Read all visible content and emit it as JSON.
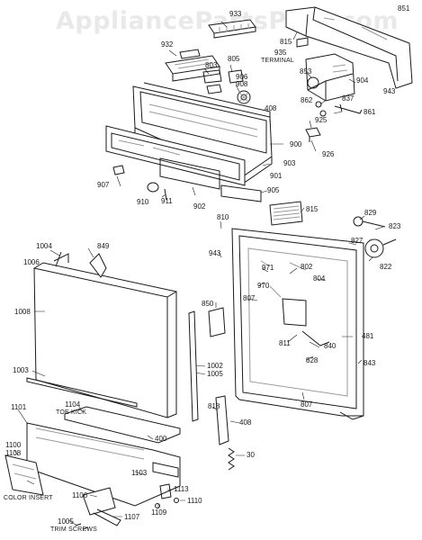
{
  "watermark": "AppliancePartsPros.com",
  "colors": {
    "line": "#1a1a1a",
    "shade": "#9a9a9a",
    "watermark": "#e9e9e9",
    "background": "#ffffff"
  },
  "labels": {
    "p933": "933",
    "p851": "851",
    "p815a": "815",
    "p935": "935",
    "terminal": "TERMINAL",
    "p932": "932",
    "p803": "803",
    "p805": "805",
    "p906": "906",
    "p908": "908",
    "p853": "853",
    "p904": "904",
    "p943a": "943",
    "p837": "837",
    "p862": "862",
    "p861": "861",
    "p408a": "408",
    "p925": "925",
    "p900": "900",
    "p926": "926",
    "p903": "903",
    "p907": "907",
    "p901": "901",
    "p905": "905",
    "p910": "910",
    "p911": "911",
    "p902": "902",
    "p815b": "815",
    "p810": "810",
    "p829": "829",
    "p823": "823",
    "p1004": "1004",
    "p849": "849",
    "p827": "827",
    "p943b": "943",
    "p822": "822",
    "p1006": "1006",
    "p802": "802",
    "p971": "971",
    "p804": "804",
    "p970": "970",
    "p850": "850",
    "p807a": "807",
    "p1008": "1008",
    "p811": "811",
    "p481": "481",
    "p840": "840",
    "p1003": "1003",
    "p1002": "1002",
    "p1005a": "1005",
    "p828": "828",
    "p843": "843",
    "p1104": "1104",
    "toe_kick": "TOE KICK",
    "p1101": "1101",
    "p807b": "807",
    "p818": "818",
    "p408b": "408",
    "p400": "400",
    "p1100": "1100",
    "p1108": "1108",
    "p30": "30",
    "p1103": "1103",
    "color_insert": "COLOR INSERT",
    "p1106": "1106",
    "p1113": "1113",
    "p1110": "1110",
    "p1109": "1109",
    "p1107": "1107",
    "p1005b": "1005",
    "trim_screws": "TRIM SCREWS"
  }
}
